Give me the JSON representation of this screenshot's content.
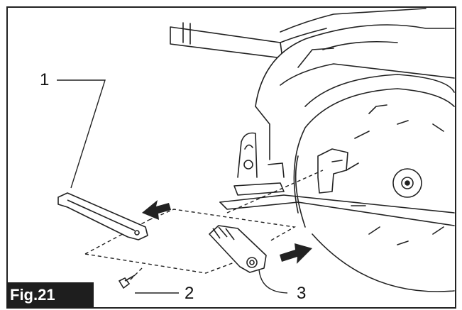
{
  "figure": {
    "label": "Fig.21",
    "callouts": [
      "1",
      "2",
      "3"
    ]
  }
}
